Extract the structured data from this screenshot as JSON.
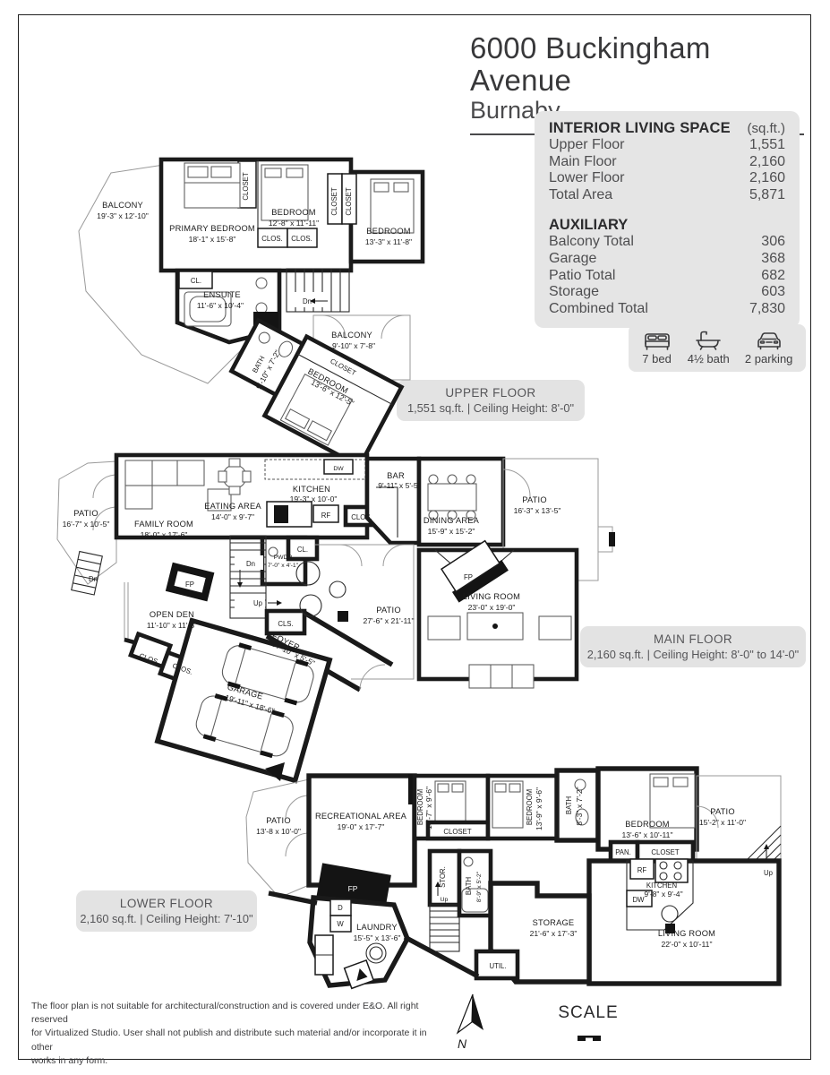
{
  "header": {
    "title": "6000 Buckingham Avenue",
    "city": "Burnaby"
  },
  "stats": {
    "interior_title": "INTERIOR LIVING SPACE",
    "interior_unit": "(sq.ft.)",
    "interior_rows": [
      {
        "label": "Upper Floor",
        "value": "1,551"
      },
      {
        "label": "Main Floor",
        "value": "2,160"
      },
      {
        "label": "Lower Floor",
        "value": "2,160"
      },
      {
        "label": "Total Area",
        "value": "5,871"
      }
    ],
    "aux_title": "AUXILIARY",
    "aux_rows": [
      {
        "label": "Balcony Total",
        "value": "306"
      },
      {
        "label": "Garage",
        "value": "368"
      },
      {
        "label": "Patio Total",
        "value": "682"
      },
      {
        "label": "Storage",
        "value": "603"
      },
      {
        "label": "Combined Total",
        "value": "7,830"
      }
    ]
  },
  "features": {
    "beds": "7 bed",
    "baths": "4½ bath",
    "parking": "2 parking"
  },
  "floor_labels": {
    "upper": {
      "name": "UPPER FLOOR",
      "info": "1,551 sq.ft. | Ceiling Height: 8'-0\""
    },
    "main": {
      "name": "MAIN FLOOR",
      "info": "2,160 sq.ft. | Ceiling Height: 8'-0\" to 14'-0\""
    },
    "lower": {
      "name": "LOWER FLOOR",
      "info": "2,160 sq.ft. | Ceiling Height: 7'-10\""
    }
  },
  "rooms": {
    "upper": {
      "balcony1": {
        "name": "BALCONY",
        "dims": "19'-3\" x 12'-10\""
      },
      "primary": {
        "name": "PRIMARY BEDROOM",
        "dims": "18'-1\" x 15'-8\""
      },
      "bedroom2": {
        "name": "BEDROOM",
        "dims": "12'-8\" x 11'-11\""
      },
      "bedroom3": {
        "name": "BEDROOM",
        "dims": "13'-3\" x 11'-8\""
      },
      "ensuite": {
        "name": "ENSUITE",
        "dims": "11'-6\" x 10'-4\""
      },
      "balcony2": {
        "name": "BALCONY",
        "dims": "9'-10\" x 7'-8\""
      },
      "bath": {
        "name": "BATH",
        "dims": "9'-10\" x 7'-2\""
      },
      "bedroom4": {
        "name": "BEDROOM",
        "dims": "13'-6\" x 12'-5\""
      }
    },
    "main": {
      "patio1": {
        "name": "PATIO",
        "dims": "16'-7\" x 10'-5\""
      },
      "family": {
        "name": "FAMILY ROOM",
        "dims": "18'-0\" x 17'-6\""
      },
      "eating": {
        "name": "EATING AREA",
        "dims": "14'-0\" x 9'-7\""
      },
      "kitchen": {
        "name": "KITCHEN",
        "dims": "19'-3\" x 10'-0\""
      },
      "bar": {
        "name": "BAR",
        "dims": "9'-11\" x 5'-5\""
      },
      "dining": {
        "name": "DINING AREA",
        "dims": "15'-9\" x 15'-2\""
      },
      "patio2": {
        "name": "PATIO",
        "dims": "16'-3\" x 13'-5\""
      },
      "living": {
        "name": "LIVING ROOM",
        "dims": "23'-0\" x 19'-0\""
      },
      "patio3": {
        "name": "PATIO",
        "dims": "27'-6\" x 21'-11\""
      },
      "den": {
        "name": "OPEN DEN",
        "dims": "11'-10\" x 11'-3\""
      },
      "foyer": {
        "name": "FOYER",
        "dims": "14'-10\" x 5'-5\""
      },
      "garage": {
        "name": "GARAGE",
        "dims": "19'-11\" x 18'-6\""
      },
      "pwdr": {
        "name": "PWDR",
        "dims": "7'-0\" x 4'-1\""
      }
    },
    "lower": {
      "patio1": {
        "name": "PATIO",
        "dims": "13'-8 x 10'-0\""
      },
      "rec": {
        "name": "RECREATIONAL AREA",
        "dims": "19'-0\" x 17'-7\""
      },
      "bedroom1": {
        "name": "BEDROOM",
        "dims": "10'-7\" x 9'-6\""
      },
      "bedroom2": {
        "name": "BEDROOM",
        "dims": "13'-9\" x 9'-6\""
      },
      "bath1": {
        "name": "BATH",
        "dims": "8'-3\" x 7'-2\""
      },
      "bedroom3": {
        "name": "BEDROOM",
        "dims": "13'-6\" x 10'-11\""
      },
      "patio2": {
        "name": "PATIO",
        "dims": "15'-2\" x 11'-0\""
      },
      "kitchen": {
        "name": "KITCHEN",
        "dims": "9'-8\" x 9'-4\""
      },
      "living": {
        "name": "LIVING ROOM",
        "dims": "22'-0\" x 10'-11\""
      },
      "bath2": {
        "name": "BATH",
        "dims": "8'-9\" x 5'-2\""
      },
      "storage": {
        "name": "STORAGE",
        "dims": "21'-6\" x 17'-3\""
      },
      "laundry": {
        "name": "LAUNDRY",
        "dims": "15'-5\" x 13'-6\""
      }
    }
  },
  "tags": {
    "closet": "CLOSET",
    "clos": "CLOS.",
    "cl": "CL.",
    "cls": "CLS.",
    "dn": "Dn",
    "up": "Up",
    "dw": "DW",
    "rf": "RF",
    "fp": "FP",
    "util": "UTIL.",
    "pan": "PAN.",
    "stor": "STOR.",
    "d": "D",
    "w": "W"
  },
  "footer": {
    "disclaimer": [
      "The floor plan is not suitable for architectural/construction and is covered under E&O. All right reserved",
      "for Virtualized Studio. User shall not publish and distribute such material and/or incorporate it in other",
      "works in any form."
    ],
    "scale": "SCALE",
    "north": "N"
  }
}
